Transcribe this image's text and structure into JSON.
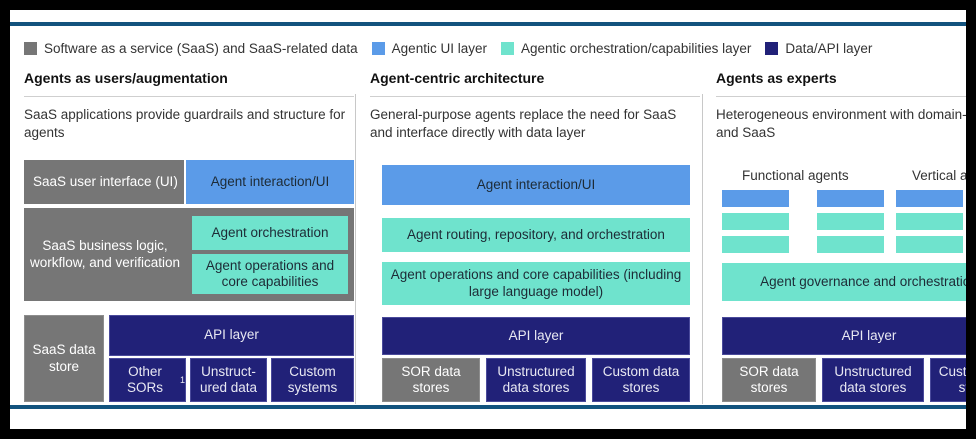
{
  "legend": {
    "items": [
      {
        "label": "Software as a service (SaaS) and SaaS-related data",
        "color": "#767676",
        "name": "saas"
      },
      {
        "label": "Agentic UI layer",
        "color": "#5b9be8",
        "name": "agentic-ui"
      },
      {
        "label": "Agentic orchestration/capabilities layer",
        "color": "#6fe3cd",
        "name": "agentic-orchestration"
      },
      {
        "label": "Data/API layer",
        "color": "#212178",
        "name": "data-api"
      }
    ]
  },
  "columns": [
    {
      "title": "Agents as users/augmentation",
      "subtitle": "SaaS applications provide guardrails and structure for agents",
      "blocks": {
        "saas_ui": "SaaS user interface (UI)",
        "agent_interaction": "Agent interaction/UI",
        "saas_business_logic": "SaaS business logic, workflow, and verification",
        "agent_orchestration": "Agent orchestration",
        "agent_operations": "Agent operations and core capabilities",
        "saas_data_store": "SaaS data store",
        "api_layer": "API layer",
        "data_stores": [
          "Other SORs",
          "Unstruct-ured data",
          "Custom systems"
        ],
        "footnote_marker": "1"
      }
    },
    {
      "title": "Agent-centric architecture",
      "subtitle": "General-purpose agents replace the need for SaaS and interface directly with data layer",
      "blocks": {
        "agent_interaction": "Agent interaction/UI",
        "agent_routing": "Agent routing, repository, and orchestration",
        "agent_operations": "Agent operations and core capabilities (including large language model)",
        "api_layer": "API layer",
        "data_stores": [
          "SOR data stores",
          "Unstructured data stores",
          "Custom data stores"
        ]
      }
    },
    {
      "title": "Agents as experts",
      "subtitle": "Heterogeneous environment with domain-agents and SaaS",
      "blocks": {
        "group_labels": [
          "Functional agents",
          "Vertical agents"
        ],
        "agent_governance": "Agent governance and orchestration",
        "api_layer": "API layer",
        "data_stores": [
          "SOR data stores",
          "Unstructured data stores",
          "Custom data stores"
        ]
      }
    }
  ]
}
